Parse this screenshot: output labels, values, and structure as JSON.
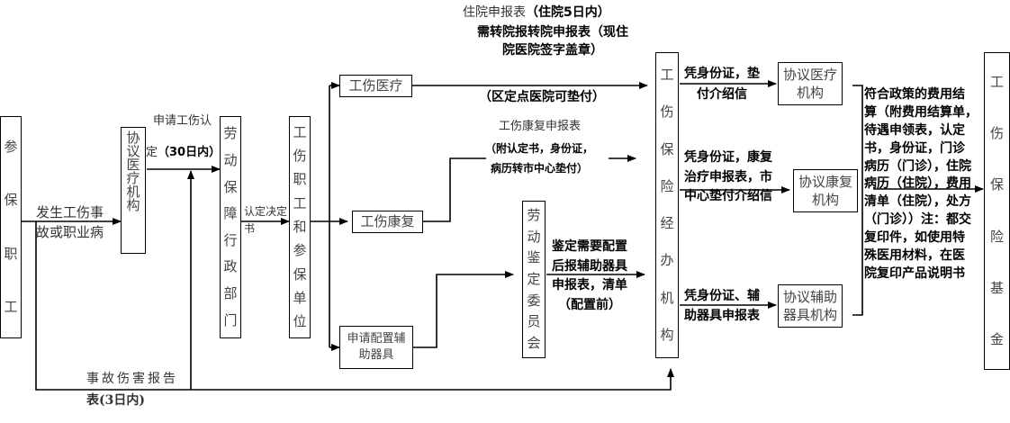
{
  "nodes": {
    "insured_worker": "参保职工",
    "agreement_medical": "协议医疗机构",
    "labor_security_dept": "劳动保障行政部门",
    "injured_worker_unit": "工伤职工和参保单位",
    "injury_medical": "工伤医疗",
    "injury_rehab": "工伤康复",
    "apply_aids": "申请配置辅助器具",
    "appraisal_committee": "劳动鉴定委员会",
    "insurance_agency": "工伤保险经办机构",
    "agreement_medical_inst": "协议医疗机构",
    "agreement_rehab_inst": "协议康复机构",
    "agreement_aids_inst": "协议辅助器具机构",
    "injury_fund": "工伤保险基金"
  },
  "labels": {
    "accident": [
      "发生工伤事",
      "故或职业病"
    ],
    "apply_recognition": "申请工伤认",
    "recognition_time_prefix": "定",
    "recognition_time": "（30日内）",
    "decision": [
      "认定决定",
      "书"
    ],
    "hospital_form": "住院申报表",
    "hospital_form_time": "（住院5日内）",
    "transfer_form": [
      "需转院报转院申报表（现住",
      "院医院签字盖章）"
    ],
    "district_hospital": "（区定点医院可垫付）",
    "rehab_form_title": "工伤康复申报表",
    "rehab_form_detail": [
      "（附认定书，身份证，",
      "病历转市中心垫付）"
    ],
    "aids_form": [
      "鉴定需要配置",
      "后报辅助器具",
      "申报表，清单",
      "（配置前）"
    ],
    "medical_letter": [
      "凭身份证，垫",
      "付介绍信"
    ],
    "rehab_letter": [
      "凭身份证，康复",
      "治疗申报表，市",
      "中心垫付介绍信"
    ],
    "aids_letter": [
      "凭身份证、辅",
      "助器具申报表"
    ],
    "settlement": [
      "符合政策的费用结",
      "算（附费用结算单，",
      "待遇申领表，认定",
      "书，身份证，门诊",
      "病历（门诊），住院",
      "病历（住院），费用",
      "清单（住院），处方",
      "（门诊））注：都交",
      "复印件，如使用特",
      "殊医用材料，在医",
      "院复印产品说明书"
    ],
    "accident_report": [
      "事故伤害报告",
      "表(3日内)"
    ]
  }
}
